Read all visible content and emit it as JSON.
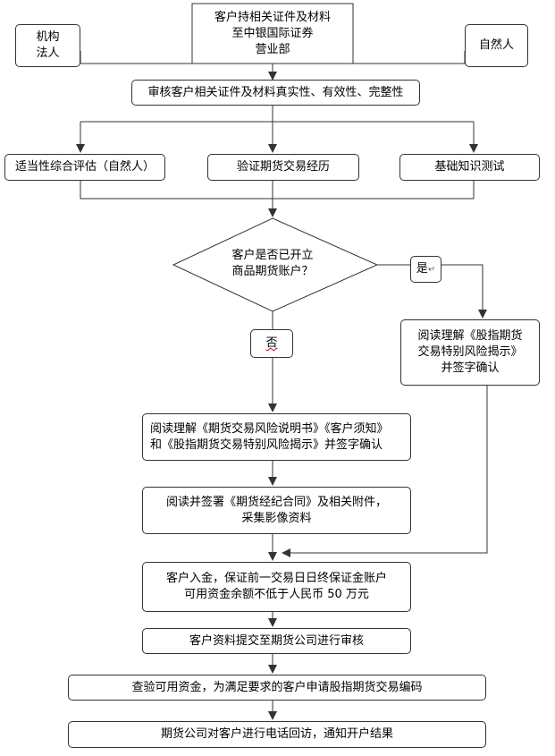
{
  "nodes": {
    "client_brings_docs": [
      "客户持相关证件及材料",
      "至中银国际证券",
      "营业部"
    ],
    "institution": [
      "机构",
      "法人"
    ],
    "natural_person": [
      "自然人"
    ],
    "review_docs": [
      "审核客户相关证件及材料真实性、有效性、完整性"
    ],
    "suitability_eval": [
      "适当性综合评估（自然人）"
    ],
    "verify_experience": [
      "验证期货交易经历"
    ],
    "knowledge_test": [
      "基础知识测试"
    ],
    "has_account_question": [
      "客户是否已开立",
      "商品期货账户？"
    ],
    "yes_label": "是",
    "no_label": "否",
    "return_mark": "↵",
    "read_index_risk": [
      "阅读理解《股指期货",
      "交易特别风险揭示》",
      "并签字确认"
    ],
    "read_risk_docs": [
      "阅读理解《期货交易风险说明书》《客户须知》",
      "和《股指期货交易特别风险揭示》并签字确认"
    ],
    "sign_contract": [
      "阅读并签署《期货经纪合同》及相关附件，",
      "采集影像资料"
    ],
    "deposit": [
      "客户入金，保证前一交易日日终保证金账户",
      "可用资金余额不低于人民币 50 万元"
    ],
    "submit_review": [
      "客户资料提交至期货公司进行审核"
    ],
    "check_funds": [
      "查验可用资金，为满足要求的客户申请股指期货交易编码"
    ],
    "phone_callback": [
      "期货公司对客户进行电话回访，通知开户结果"
    ]
  },
  "colors": {
    "stroke": "#333333",
    "text": "#000000",
    "spellcheck": "#cc0000"
  }
}
